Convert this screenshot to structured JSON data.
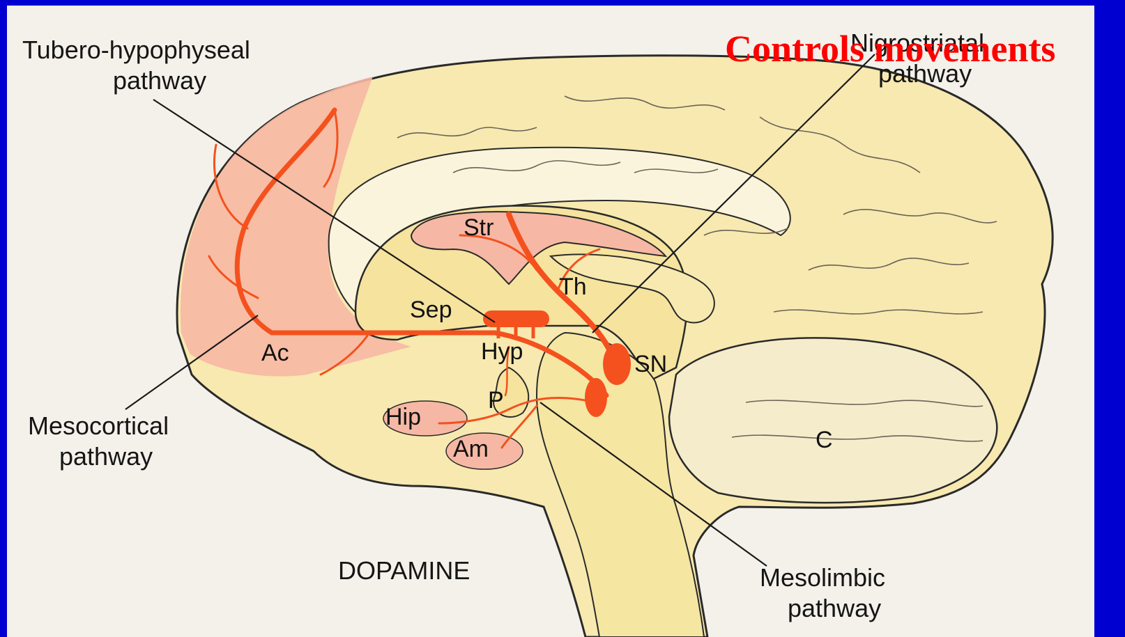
{
  "slide": {
    "heading": "Controls movements",
    "background_color": "#0000d0",
    "heading_color": "#ff0000"
  },
  "diagram": {
    "caption": "DOPAMINE",
    "pathways": {
      "tubero_hypophyseal": [
        "Tubero-hypophyseal",
        "pathway"
      ],
      "nigrostriatal": [
        "Nigrostriatal",
        "pathway"
      ],
      "mesocortical": [
        "Mesocortical",
        "pathway"
      ],
      "mesolimbic": [
        "Mesolimbic",
        "pathway"
      ]
    },
    "regions": {
      "str": "Str",
      "th": "Th",
      "sep": "Sep",
      "hyp": "Hyp",
      "ac": "Ac",
      "sn": "SN",
      "p": "P",
      "hip": "Hip",
      "am": "Am",
      "c": "C"
    },
    "colors": {
      "brain_fill": "#f7e9b0",
      "cortex_pink": "#f6b8a4",
      "pathway_orange": "#f4511e",
      "outline": "#2a2a2a"
    }
  }
}
